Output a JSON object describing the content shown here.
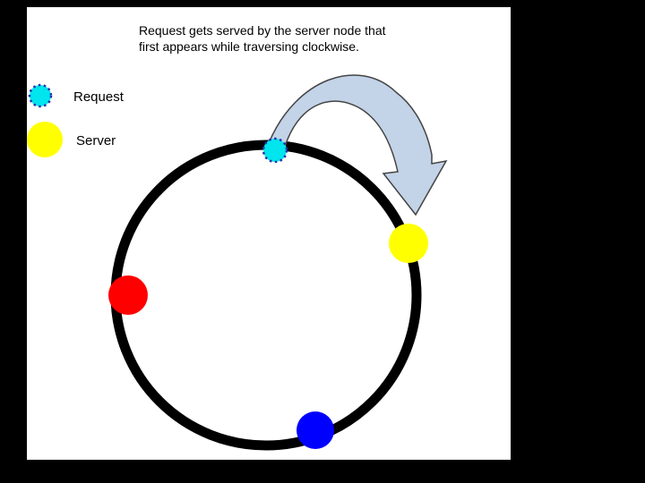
{
  "note": {
    "line1": "Request gets served by the server node that",
    "line2": "first appears while traversing clockwise."
  },
  "legend": {
    "request_label": "Request",
    "server_label": "Server"
  },
  "colors": {
    "canvas_bg": "#ffffff",
    "frame_bg": "#000000",
    "ring_stroke": "#000000",
    "request_fill": "#00e5ee",
    "request_border": "#2233aa",
    "server_yellow": "#ffff00",
    "server_red": "#ff0000",
    "server_blue": "#0000ff",
    "arrow_fill": "#c3d3e8",
    "arrow_stroke": "#444444"
  },
  "diagram": {
    "type": "consistent-hash-ring",
    "nodes": [
      {
        "id": "request",
        "kind": "request",
        "position": "top of ring"
      },
      {
        "id": "server-yellow",
        "kind": "server",
        "position": "upper right of ring"
      },
      {
        "id": "server-red",
        "kind": "server",
        "position": "left of ring"
      },
      {
        "id": "server-blue",
        "kind": "server",
        "position": "bottom of ring"
      }
    ],
    "arrow": "clockwise from request node to yellow server node"
  }
}
